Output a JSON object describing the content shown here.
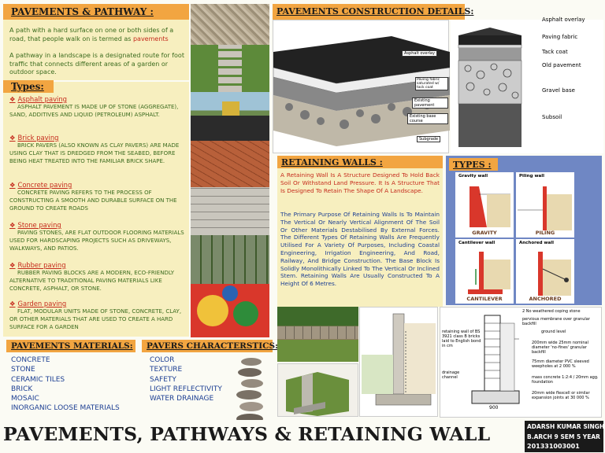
{
  "intro": {
    "heading": "PAVEMENTS & PATHWAY :",
    "para1_a": "A path with a hard surface on one or both sides of a road, that people walk on is termed as ",
    "para1_b": "pavements",
    "para2": "A pathway in a landscape is a designated route for foot traffic that connects different areas of a garden or outdoor space."
  },
  "types_heading": "Types:",
  "paving_types": [
    {
      "title": "Asphalt paving",
      "text": "ASPHALT PAVEMENT IS MADE UP OF STONE (AGGREGATE), SAND, ADDITIVES AND LIQUID (PETROLEUM) ASPHALT."
    },
    {
      "title": "Brick paving",
      "text": "BRICK PAVERS (ALSO KNOWN AS CLAY PAVERS) ARE MADE USING CLAY THAT IS DREDGED FROM THE SEABED, BEFORE BEING HEAT TREATED INTO THE FAMILIAR BRICK SHAPE."
    },
    {
      "title": "Concrete paving",
      "text": "CONCRETE PAVING REFERS TO THE PROCESS OF CONSTRUCTING A SMOOTH AND DURABLE SURFACE ON THE GROUND TO CREATE ROADS"
    },
    {
      "title": "Stone paving",
      "text": "PAVING STONES, ARE FLAT OUTDOOR FLOORING MATERIALS USED FOR HARDSCAPING PROJECTS SUCH AS DRIVEWAYS, WALKWAYS, AND PATIOS."
    },
    {
      "title": "Rubber paving",
      "text": "RUBBER PAVING BLOCKS ARE A MODERN, ECO-FRIENDLY ALTERNATIVE TO TRADITIONAL PAVING MATERIALS LIKE CONCRETE, ASPHALT, OR STONE."
    },
    {
      "title": "Garden paving",
      "text": "FLAT, MODULAR UNITS MADE OF STONE, CONCRETE, CLAY, OR OTHER MATERIALS THAT ARE USED TO CREATE A HARD SURFACE FOR A GARDEN"
    }
  ],
  "materials": {
    "heading": "PAVEMENTS MATERIALS:",
    "items": [
      "CONCRETE",
      "STONE",
      "CERAMIC TILES",
      "BRICK",
      "MOSAIC",
      "INORGANIC LOOSE MATERIALS"
    ]
  },
  "pavers": {
    "heading": "PAVERS CHARACTERSTICS:",
    "items": [
      "COLOR",
      "TEXTURE",
      "SAFETY",
      "LIGHT REFLECTIVITY",
      "WATER DRAINAGE"
    ]
  },
  "construction": {
    "heading": "PAVEMENTS CONSTRUCTION DETAILS:",
    "left_labels": [
      "Asphalt overlay",
      "Paving fabric saturated w/ tack coat",
      "Existing pavement",
      "Existing base course",
      "Subgrade"
    ],
    "right_labels": [
      "Asphalt overlay",
      "Paving fabric",
      "Tack coat",
      "Old pavement",
      "Gravel base",
      "Subsoil"
    ]
  },
  "retaining": {
    "heading": "RETAINING WALLS :",
    "def": "A Retaining Wall Is A Structure Designed To Hold Back Soil Or Withstand Land Pressure. It Is A Structure That Is Designed To Retain The Shape Of A Landscape.",
    "body": "The Primary Purpose Of Retaining Walls Is To Maintain The Vertical Or Nearly Vertical Alignment Of The Soil Or Other Materials Destabilised By External Forces. The Different Types Of Retaining Walls Are Frequently Utilised For A Variety Of Purposes, Including Coastal Engineering, Irrigation Engineering, And Road, Railway, And Bridge Construction. The Base Block Is Solidly Monolithically Linked To The Vertical Or Inclined Stem. Retaining Walls Are Usually Constructed To A Height Of 6 Metres."
  },
  "types_box": {
    "heading": "TYPES :",
    "cells": [
      {
        "top": "Gravity wall",
        "caption": "GRAVITY"
      },
      {
        "top": "Piling wall",
        "caption": "PILING"
      },
      {
        "top": "Cantilever wall",
        "caption": "CANTILEVER"
      },
      {
        "top": "Anchored wall",
        "caption": "ANCHORED"
      }
    ]
  },
  "detail_labels": [
    "2 No weathered coping stone",
    "pervious membrane over granular backfill",
    "ground level",
    "200mm wide 25mm nominal diameter 'no-fines' granular backfill",
    "75mm diameter PVC sleeved weepholes at 2 000 %",
    "mass concrete 1:2:4 / 20mm agg. foundation",
    "20mm wide flexcell or similar expansion joints at 30 000 %",
    "retaining wall of BS 3921 class B bricks laid to English bond in cm",
    "drainage channel",
    "900"
  ],
  "footer": {
    "title": "PAVEMENTS, PATHWAYS & RETAINING WALL",
    "name": "ADARSH KUMAR SINGH",
    "course": "B.ARCH 9 SEM 5 YEAR",
    "roll": "201331003001"
  },
  "colors": {
    "accent": "#f2a541",
    "panel": "#f7efbf",
    "red": "#c52a1c",
    "green": "#3b6b1e",
    "blue_panel": "#6f87c4"
  }
}
